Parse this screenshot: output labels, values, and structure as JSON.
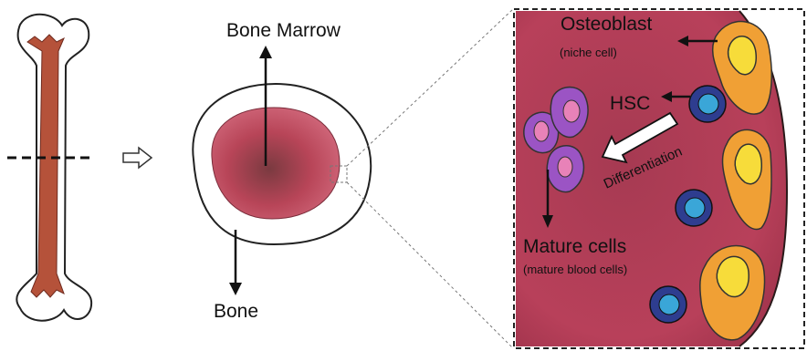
{
  "labels": {
    "bone_marrow": "Bone Marrow",
    "bone": "Bone",
    "osteoblast": "Osteoblast",
    "niche_cell": "(niche cell)",
    "hsc": "HSC",
    "differentiation": "Differentiation",
    "mature_cells": "Mature cells",
    "mature_blood_cells": "(mature blood cells)"
  },
  "colors": {
    "marrow": "#c44a5e",
    "marrow_dark": "#8f3347",
    "niche_bg": "#b8405a",
    "bone_shaft": "#b5523a",
    "osteoblast_outer": "#f0a035",
    "osteoblast_inner": "#f7dc3a",
    "hsc_outer": "#2e3d8f",
    "hsc_inner": "#3aa6d8",
    "mature_outer": "#9b54c4",
    "mature_inner": "#e882b8"
  }
}
